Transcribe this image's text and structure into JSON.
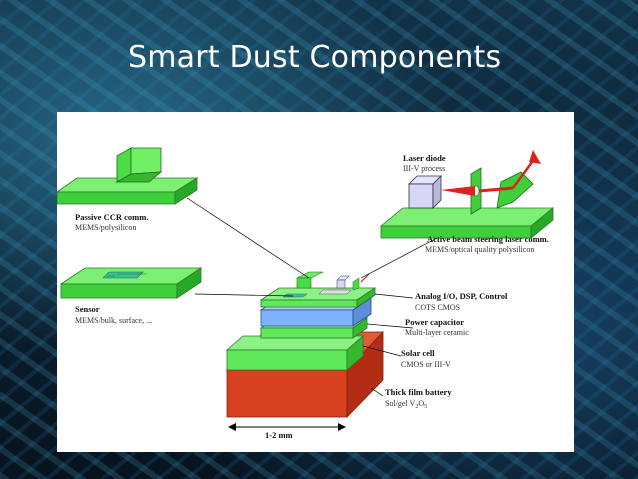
{
  "slide": {
    "title": "Smart Dust Components"
  },
  "diagram": {
    "labels": {
      "passive_title": "Passive CCR comm.",
      "passive_sub": "MEMS/polysilicon",
      "sensor_title": "Sensor",
      "sensor_sub": "MEMS/bulk, surface, ...",
      "laser_title": "Laser diode",
      "laser_sub": "III-V process",
      "beam_title": "Active beam steering laser comm.",
      "beam_sub": "MEMS/optical quality polysilicon",
      "analog_title": "Analog I/O, DSP, Control",
      "analog_sub": "COTS CMOS",
      "cap_title": "Power capacitor",
      "cap_sub": "Multi-layer ceramic",
      "solar_title": "Solar cell",
      "solar_sub": "CMOS or III-V",
      "battery_title": "Thick film battery",
      "battery_sub_prefix": "Sol/gel V",
      "battery_sub_sub1": "2",
      "battery_sub_mid": "O",
      "battery_sub_sub2": "5",
      "scale": "1-2 mm"
    },
    "colors": {
      "green": "#5ee85a",
      "blue": "#7fb3ff",
      "red": "#d8411f",
      "laser_red": "#e0201a"
    }
  }
}
